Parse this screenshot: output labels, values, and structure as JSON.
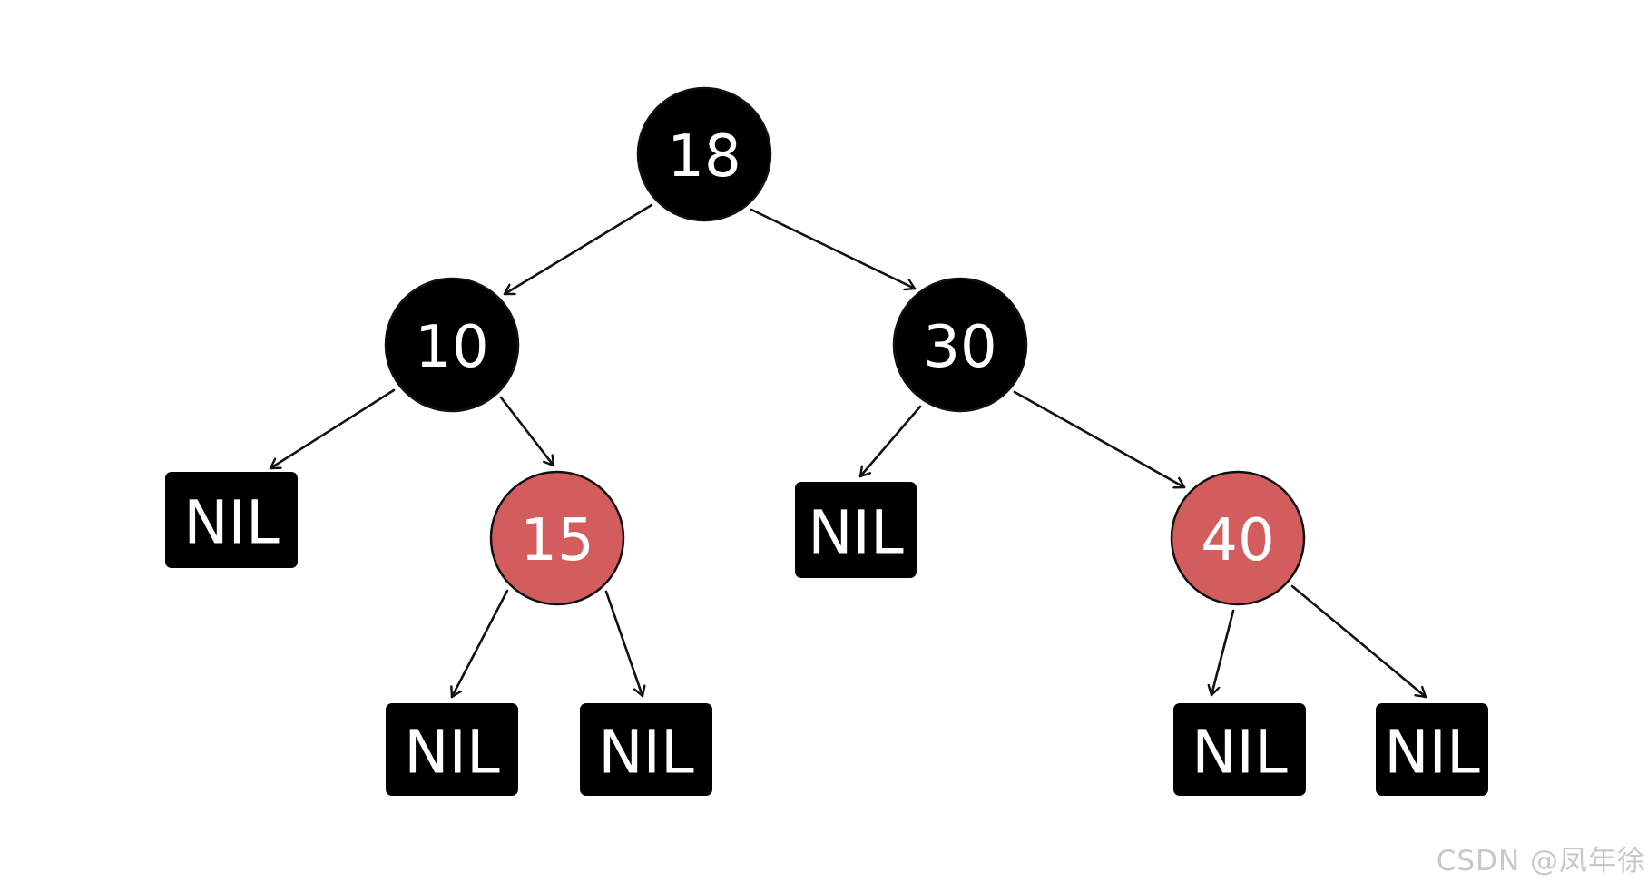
{
  "tree": {
    "nodes": [
      {
        "id": "n18",
        "label": "18",
        "kind": "node",
        "color": "black"
      },
      {
        "id": "n10",
        "label": "10",
        "kind": "node",
        "color": "black"
      },
      {
        "id": "n30",
        "label": "30",
        "kind": "node",
        "color": "black"
      },
      {
        "id": "n15",
        "label": "15",
        "kind": "node",
        "color": "red"
      },
      {
        "id": "n40",
        "label": "40",
        "kind": "node",
        "color": "red"
      },
      {
        "id": "nil_a",
        "label": "NIL",
        "kind": "nil",
        "color": "black"
      },
      {
        "id": "nil_b",
        "label": "NIL",
        "kind": "nil",
        "color": "black"
      },
      {
        "id": "nil_c",
        "label": "NIL",
        "kind": "nil",
        "color": "black"
      },
      {
        "id": "nil_d",
        "label": "NIL",
        "kind": "nil",
        "color": "black"
      },
      {
        "id": "nil_e",
        "label": "NIL",
        "kind": "nil",
        "color": "black"
      },
      {
        "id": "nil_f",
        "label": "NIL",
        "kind": "nil",
        "color": "black"
      }
    ],
    "edges": [
      {
        "from": "n18",
        "to": "n10"
      },
      {
        "from": "n18",
        "to": "n30"
      },
      {
        "from": "n10",
        "to": "nil_a"
      },
      {
        "from": "n10",
        "to": "n15"
      },
      {
        "from": "n15",
        "to": "nil_b"
      },
      {
        "from": "n15",
        "to": "nil_c"
      },
      {
        "from": "n30",
        "to": "nil_d"
      },
      {
        "from": "n30",
        "to": "n40"
      },
      {
        "from": "n40",
        "to": "nil_e"
      },
      {
        "from": "n40",
        "to": "nil_f"
      }
    ]
  },
  "colors": {
    "black": "#000000",
    "red": "#d35c5c",
    "text": "#ffffff",
    "edge": "#111111",
    "watermark": "#c8c8c8"
  },
  "watermark": "CSDN @凤年徐"
}
